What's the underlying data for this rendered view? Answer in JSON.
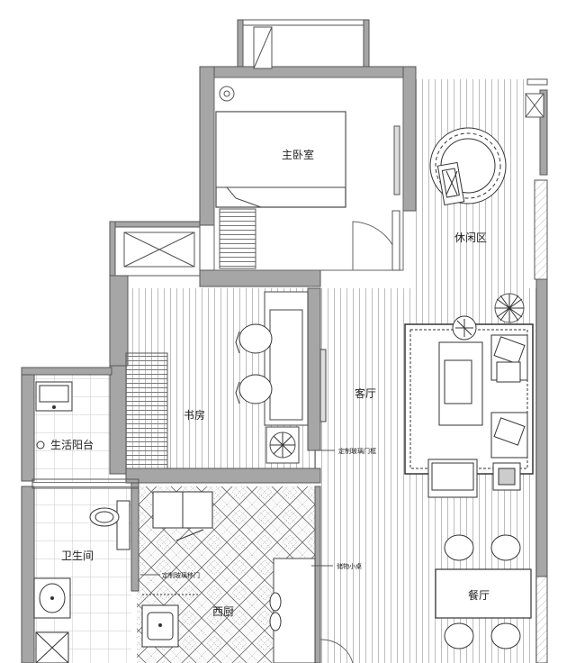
{
  "rooms": {
    "master_bedroom": "主卧室",
    "leisure_area": "休闲区",
    "study": "书房",
    "living_room": "客厅",
    "utility_balcony": "生活阳台",
    "bathroom": "卫生间",
    "western_kitchen": "西厨",
    "dining_room": "餐厅"
  },
  "notes": {
    "custom_glass_door": "定制玻璃门框",
    "custom_sliding_door": "定制玻璃移门",
    "storage_table": "储物小桌"
  },
  "colors": {
    "wall": "#a6a6a6",
    "line": "#555555",
    "floor_stripe": "#bdbdbd"
  }
}
